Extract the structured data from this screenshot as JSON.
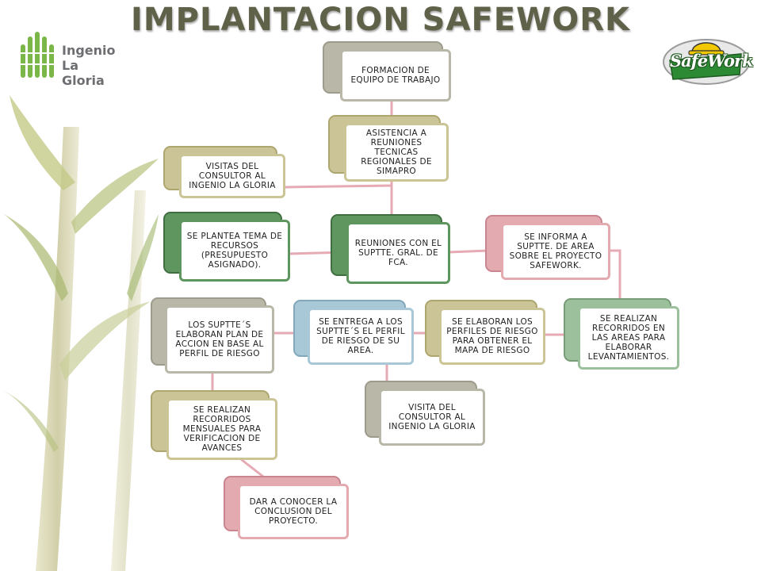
{
  "header": {
    "title": "IMPLANTACION SAFEWORK"
  },
  "logos": {
    "left_text_1": "Ingenio",
    "left_text_2": "La Gloria",
    "right_text": "SafeWork"
  },
  "colors": {
    "gray": "#b9b8a8",
    "khaki": "#cbc496",
    "green": "#5f9660",
    "pink": "#e3aab0",
    "blue": "#a8c8d8",
    "sage": "#9cbf9c",
    "connector": "#e5aab3"
  },
  "nodes": {
    "formacion": "FORMACION DE EQUIPO DE TRABAJO",
    "asistencia": "ASISTENCIA A REUNIONES TECNICAS REGIONALES DE SIMAPRO",
    "visitas1": "VISITAS DEL CONSULTOR AL INGENIO LA GLORIA",
    "reuniones": "REUNIONES CON EL SUPTTE. GRAL. DE FCA.",
    "plantea": "SE PLANTEA TEMA DE RECURSOS (PRESUPUESTO ASIGNADO).",
    "informa": "SE INFORMA A SUPTTE. DE AREA SOBRE EL PROYECTO SAFEWORK.",
    "recorridos_areas": "SE REALIZAN RECORRIDOS EN LAS AREAS PARA ELABORAR LEVANTAMIENTOS.",
    "perfiles": "SE ELABORAN LOS PERFILES DE RIESGO PARA OBTENER EL MAPA DE RIESGO",
    "entrega": "SE ENTREGA A LOS SUPTTE´S EL PERFIL DE RIESGO DE SU AREA.",
    "visita2": "VISITA DEL CONSULTOR AL INGENIO LA GLORIA",
    "plan": "LOS SUPTTE´S ELABORAN PLAN DE ACCION EN BASE AL PERFIL DE RIESGO",
    "mensuales": "SE REALIZAN RECORRIDOS MENSUALES PARA VERIFICACION DE AVANCES",
    "conclusion": "DAR A CONOCER LA CONCLUSION DEL PROYECTO."
  }
}
